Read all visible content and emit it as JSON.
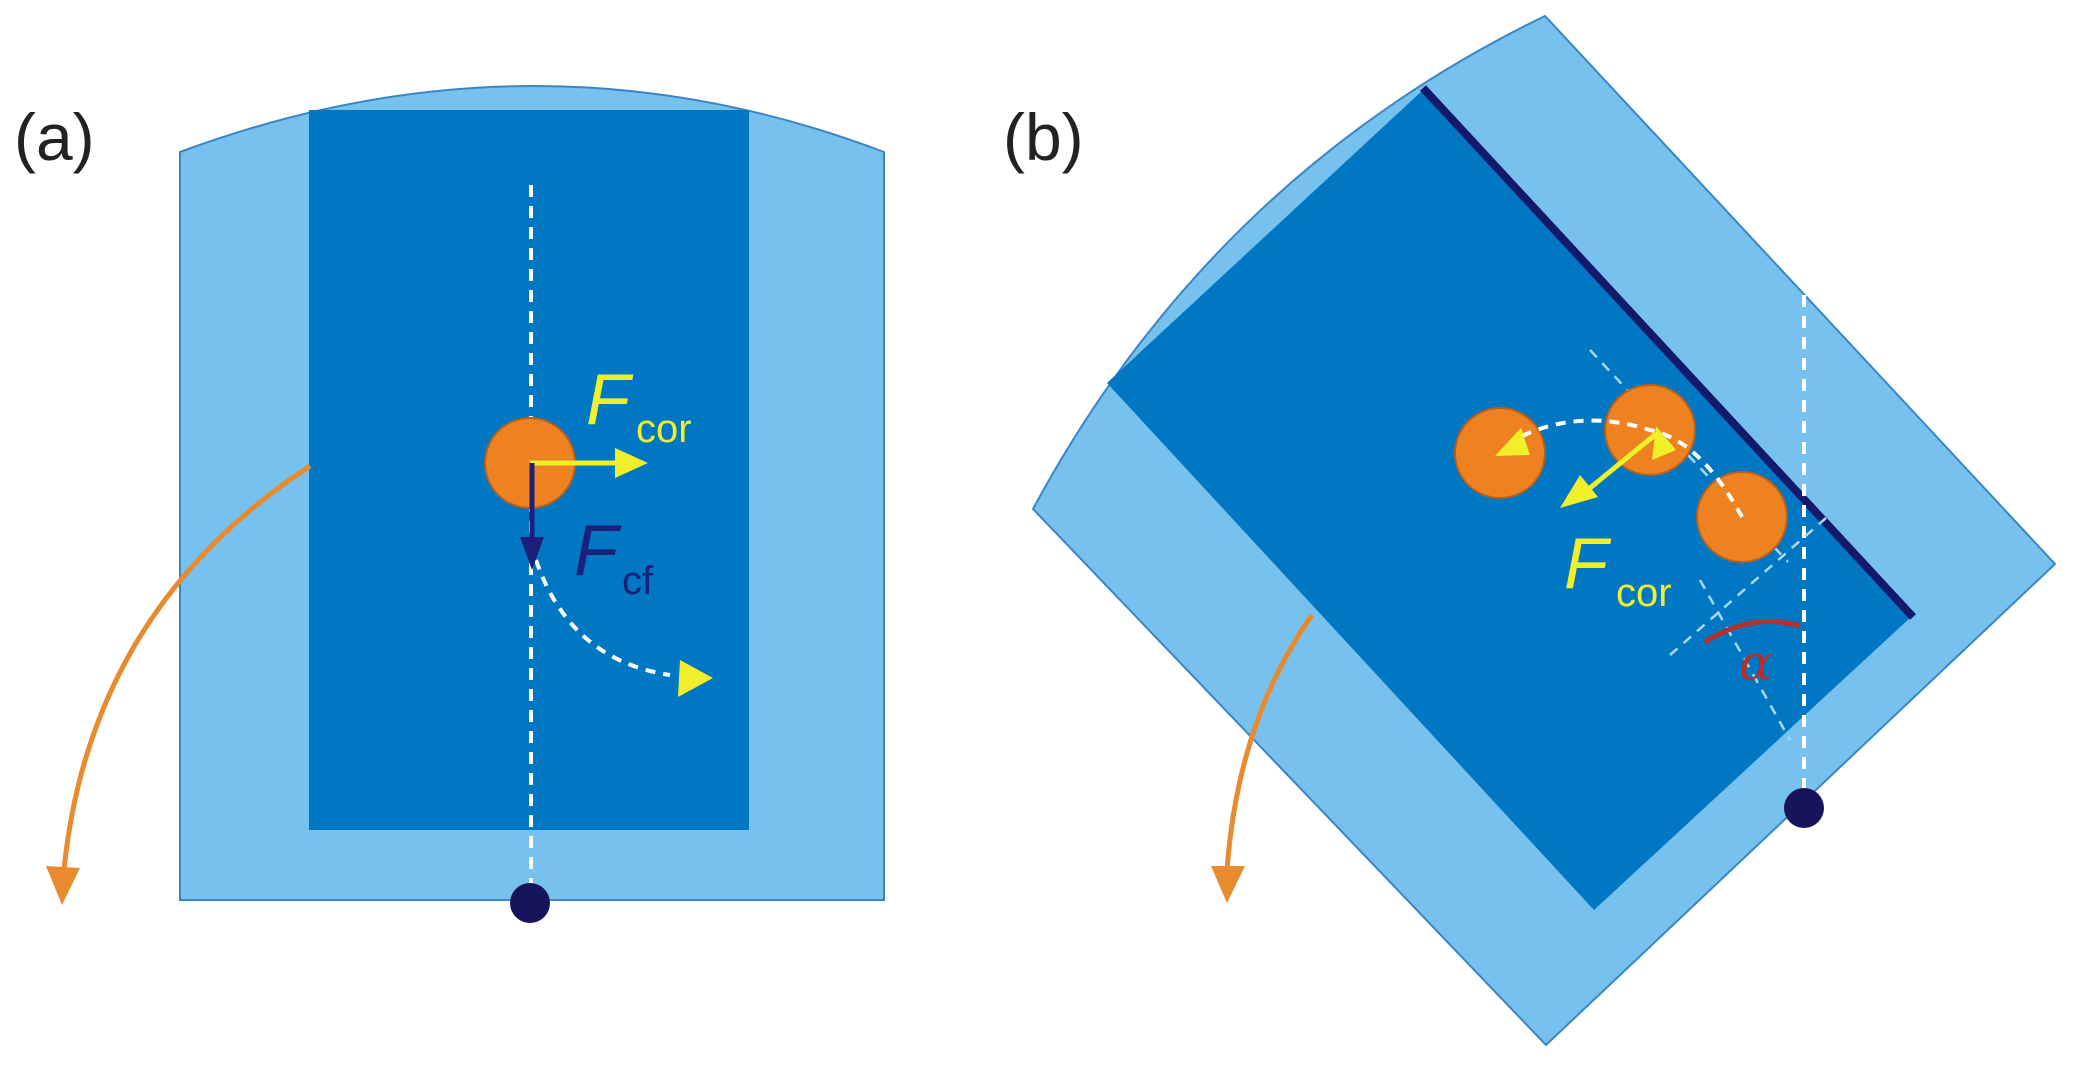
{
  "colors": {
    "outer": "#77c1ee",
    "outer_stroke": "#3a86c4",
    "inner": "#0077c2",
    "edge_dark": "#141a6b",
    "particle": "#ee8221",
    "particle_stroke": "#b9601a",
    "force_yellow": "#f0f02a",
    "force_dark": "#1d1f7a",
    "pivot": "#17145c",
    "rotation_arrow": "#e88a2e",
    "guide_white": "#ffffff",
    "guide_light": "#a9d8f5",
    "angle": "#b5302b"
  },
  "panel_a": {
    "label": "(a)",
    "coriolis": {
      "symbol": "F",
      "subscript": "cor"
    },
    "centrifugal": {
      "symbol": "F",
      "subscript": "cf"
    }
  },
  "panel_b": {
    "label": "(b)",
    "coriolis": {
      "symbol": "F",
      "subscript": "cor"
    },
    "angle": "α"
  }
}
